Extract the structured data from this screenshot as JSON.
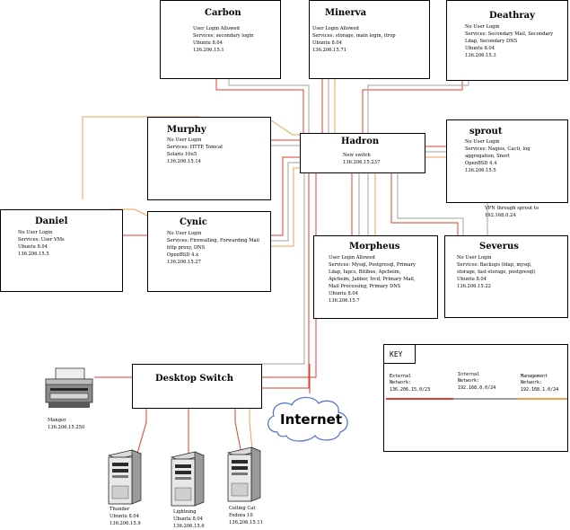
{
  "colors": {
    "external": "#e03c32",
    "internal": "#a0a0a0",
    "management": "#f0a050",
    "line": "#000000"
  },
  "servers": {
    "carbon": {
      "name": "Carbon",
      "lines": [
        "User Login Allowed",
        "Services: secondary login",
        "Ubuntu 8.04",
        "136.206.15.1"
      ]
    },
    "minerva": {
      "name": "Minerva",
      "lines": [
        "User Login Allowed",
        "Services: storage, main login, itrop",
        "Ubuntu 8.04",
        "136.206.15.71"
      ]
    },
    "deathray": {
      "name": "Deathray",
      "lines": [
        "No User Login",
        "Services: Secondary Mail, Secondary",
        "Ldap, Secondary DNS",
        "Ubuntu 8.04",
        "136.206.15.3"
      ]
    },
    "murphy": {
      "name": "Murphy",
      "lines": [
        "No User Login",
        "Services: HTTP, Tomcat",
        "Solaris 10u5",
        "136.206.15.14"
      ]
    },
    "hadron": {
      "name": "Hadron",
      "lines": [
        "New switch",
        "136.206.15.237"
      ]
    },
    "sprout": {
      "name": "sprout",
      "lines": [
        "No User Login",
        "Services: Nagios, Cacti, log",
        "aggregation, Snort",
        "OpenBSD 4.4",
        "136.206.15.5"
      ]
    },
    "daniel": {
      "name": "Daniel",
      "lines": [
        "No User Login",
        "Services: User VMs",
        "Ubuntu 8.04",
        "136.206.15.5"
      ]
    },
    "cynic": {
      "name": "Cynic",
      "lines": [
        "No User Login",
        "Services: Firewalling, Forwarding Mail",
        "http proxy, DNS",
        "OpenBSD 4.x",
        "136.206.15.27"
      ]
    },
    "morpheus": {
      "name": "Morpheus",
      "lines": [
        "User Login Allowed",
        "Services: Mysql, Postgresql, Primary",
        "Ldap, Iapcs, Bitlbee, Apcheim,",
        "Apcheim, Jabber, Ircd, Primary Mail,",
        "Mail Processing, Primary DNS",
        "Ubuntu 8.04",
        "136.206.15.7"
      ]
    },
    "severus": {
      "name": "Severus",
      "lines": [
        "No User Login",
        "Services: Backups (ldap, mysql,",
        "storage, fast-storage, postgresql)",
        "Ubuntu 8.04",
        "136.206.15.22"
      ]
    }
  },
  "vpn_note": [
    "VPN through sprout to",
    "192.168.0.24"
  ],
  "desktop_switch": {
    "name": "Desktop Switch"
  },
  "internet": {
    "label": "Internet"
  },
  "devices": {
    "printer": {
      "lines": [
        "Mangor",
        "136.206.15.250"
      ]
    },
    "thunder": {
      "lines": [
        "Thunder",
        "Ubuntu 8.04",
        "136.206.15.9"
      ]
    },
    "lightning": {
      "lines": [
        "Lightning",
        "Ubuntu 8.04",
        "136.206.15.6"
      ]
    },
    "ceiling_cat": {
      "lines": [
        "Ceiling Cat",
        "Fedora 10",
        "136.206.15.11"
      ]
    }
  },
  "key": {
    "title": "KEY",
    "external": [
      "External",
      "Network:",
      "136.206.15.0/23"
    ],
    "internal": [
      "Internal",
      "Network:",
      "192.168.0.0/24"
    ],
    "management": [
      "Management",
      "Network:",
      "192.168.1.0/24"
    ]
  }
}
